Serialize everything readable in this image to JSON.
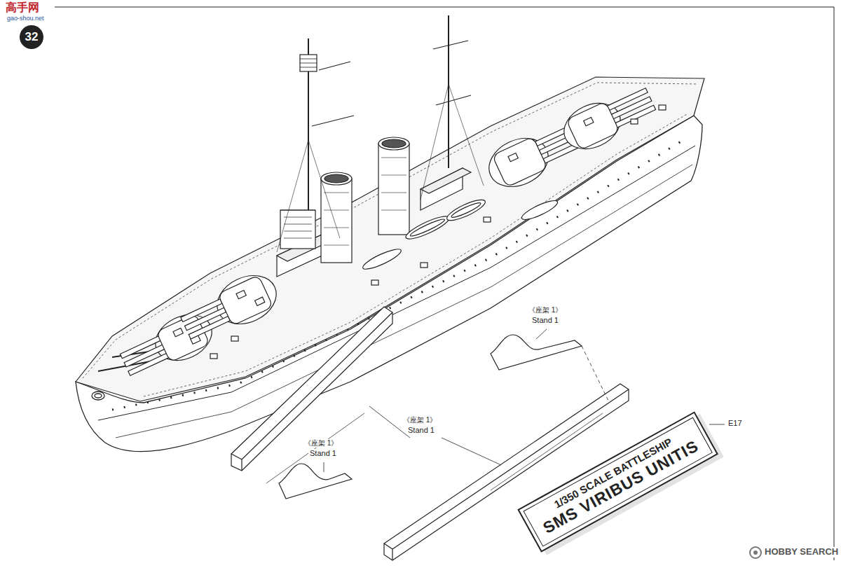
{
  "diagram": {
    "nodes": [
      {
        "text": [
          "32"
        ]
      },
      {
        "text": [
          "1/350 SCALE BATTLESHIP",
          "SMS VIRIBUS UNITIS"
        ]
      }
    ],
    "labels": [
      "高手网",
      "gao-shou.net",
      "《座架 1》",
      "Stand 1",
      "《座架 1》",
      "Stand 1",
      "《座架 1》",
      "Stand 1",
      "E17",
      "HOBBY SEARCH"
    ]
  }
}
